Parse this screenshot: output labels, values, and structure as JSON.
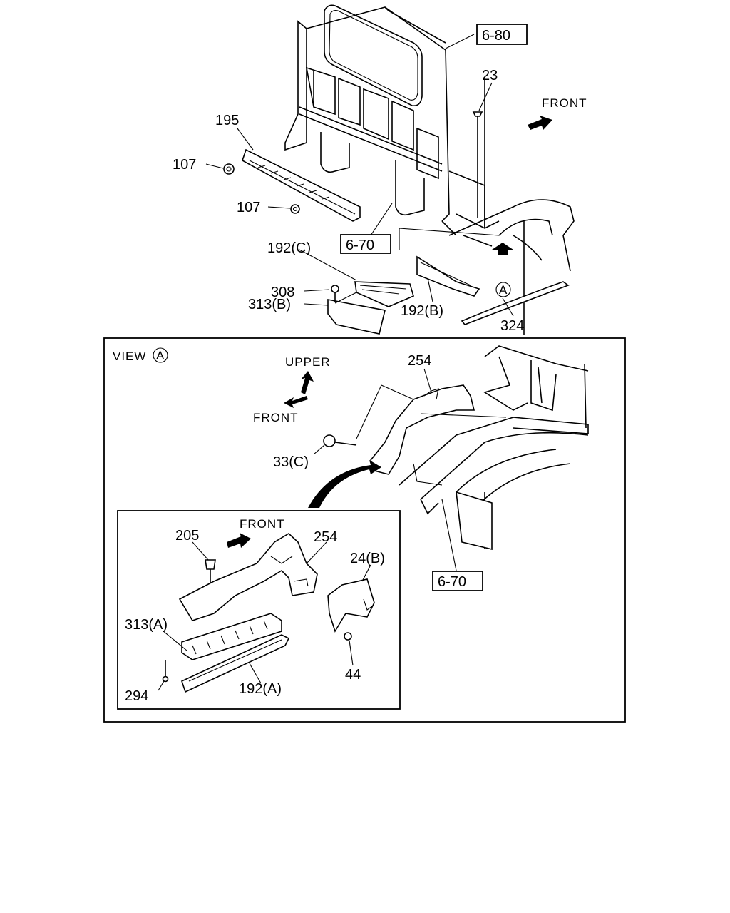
{
  "labels": {
    "ref_6_80": "6-80",
    "ref_6_70_top": "6-70",
    "ref_6_70_view": "6-70",
    "p23": "23",
    "p195": "195",
    "p107_a": "107",
    "p107_b": "107",
    "p192c": "192(C)",
    "p308": "308",
    "p313b": "313(B)",
    "p192b": "192(B)",
    "p324": "324",
    "circle_a": "A",
    "front_top": "FRONT",
    "view_text": "VIEW",
    "view_a": "A",
    "upper": "UPPER",
    "front_view": "FRONT",
    "p254_view": "254",
    "p33c": "33(C)",
    "front_detail": "FRONT",
    "p205": "205",
    "p254_detail": "254",
    "p24b": "24(B)",
    "p313a": "313(A)",
    "p294": "294",
    "p192a": "192(A)",
    "p44": "44"
  }
}
